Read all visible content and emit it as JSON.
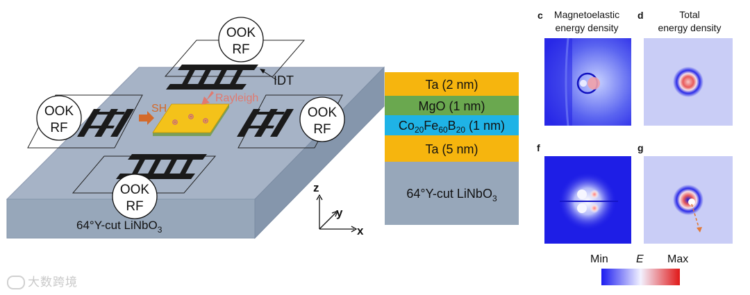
{
  "device": {
    "substrate_label": "64°Y-cut LiNbO",
    "substrate_sub": "3",
    "idt_label": "IDT",
    "sh_label": "SH",
    "rayleigh_label": "Rayleigh",
    "transducers": [
      {
        "line1": "OOK",
        "line2": "RF"
      },
      {
        "line1": "OOK",
        "line2": "RF"
      },
      {
        "line1": "OOK",
        "line2": "RF"
      },
      {
        "line1": "OOK",
        "line2": "RF"
      }
    ],
    "axes": {
      "z": "z",
      "y": "y",
      "x": "x"
    }
  },
  "stack": {
    "layers": [
      {
        "text": "Ta (2 nm)",
        "color": "#f6b50e"
      },
      {
        "text": "MgO (1 nm)",
        "color": "#6aa84f"
      },
      {
        "text": "Co20Fe60B20 (1 nm)",
        "color": "#1fb3e6"
      },
      {
        "text": "Ta (5 nm)",
        "color": "#f6b50e"
      }
    ],
    "cofeb": {
      "co": "Co",
      "co_sub": "20",
      "fe": "Fe",
      "fe_sub": "60",
      "b": "B",
      "b_sub": "20",
      "suffix": " (1 nm)"
    },
    "substrate": {
      "text": "64°Y-cut LiNbO",
      "sub": "3",
      "color": "#97a7ba"
    }
  },
  "panels": {
    "c": {
      "letter": "c",
      "title1": "Magnetoelastic",
      "title2": "energy density"
    },
    "d": {
      "letter": "d",
      "title1": "Total",
      "title2": "energy density"
    },
    "f": {
      "letter": "f"
    },
    "g": {
      "letter": "g"
    }
  },
  "colorbar": {
    "min": "Min",
    "symbol": "E",
    "max": "Max"
  },
  "watermark": "大数跨境"
}
